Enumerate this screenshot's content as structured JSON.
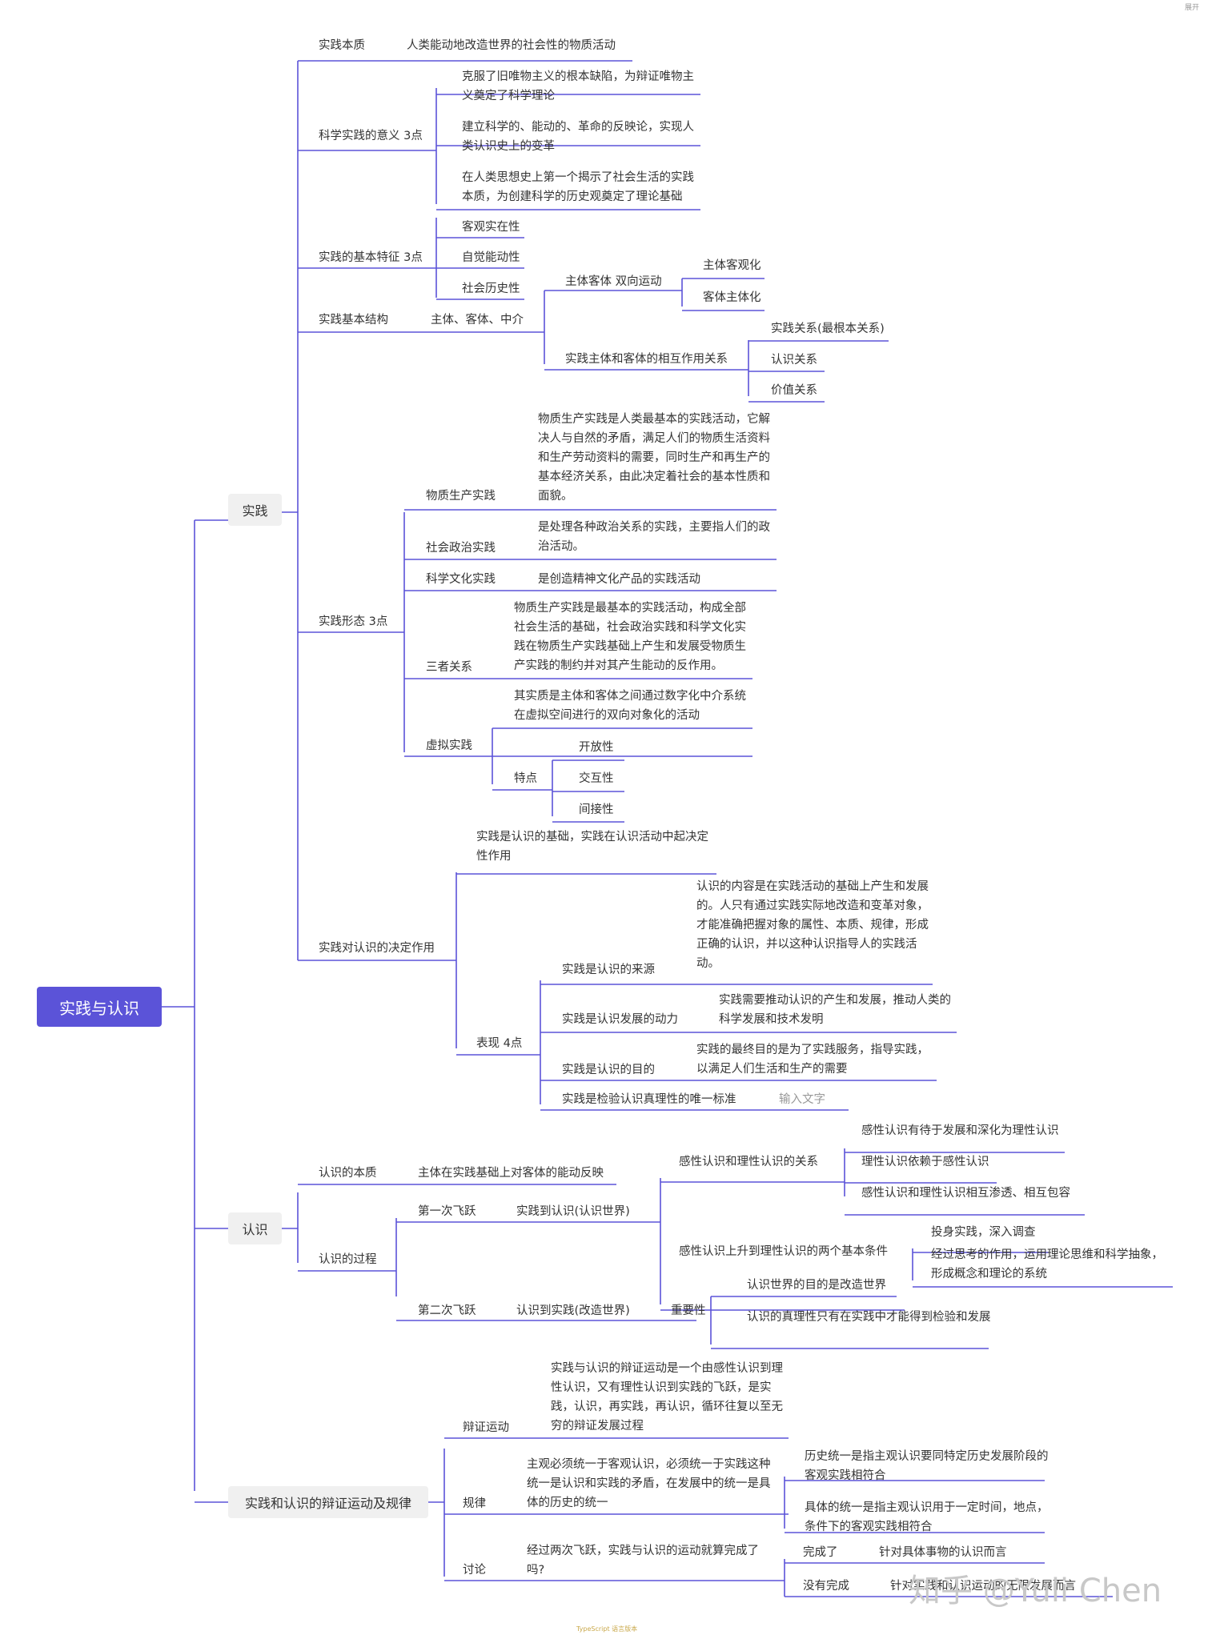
{
  "topbar": {
    "icon": "expand-icon",
    "label": "展开"
  },
  "root": "实践与认识",
  "main": [
    "实践",
    "认识",
    "实践和认识的辩证运动及规律"
  ],
  "practice": {
    "essence": {
      "label": "实践本质",
      "text": "人类能动地改造世界的社会性的物质活动"
    },
    "meaning": {
      "label": "科学实践的意义 3点",
      "items": [
        "克服了旧唯物主义的根本缺陷，为辩证唯物主义奠定了科学理论",
        "建立科学的、能动的、革命的反映论，实现人类认识史上的变革",
        "在人类思想史上第一个揭示了社会生活的实践本质，为创建科学的历史观奠定了理论基础"
      ]
    },
    "features": {
      "label": "实践的基本特征 3点",
      "items": [
        "客观实在性",
        "自觉能动性",
        "社会历史性"
      ]
    },
    "structure": {
      "label": "实践基本结构",
      "text": "主体、客体、中介",
      "bidirectional": {
        "label": "主体客体 双向运动",
        "items": [
          "主体客观化",
          "客体主体化"
        ]
      },
      "interaction": {
        "label": "实践主体和客体的相互作用关系",
        "items": [
          "实践关系(最根本关系)",
          "认识关系",
          "价值关系"
        ]
      }
    },
    "forms": {
      "label": "实践形态 3点",
      "material": {
        "label": "物质生产实践",
        "text": "物质生产实践是人类最基本的实践活动，它解决人与自然的矛盾，满足人们的物质生活资料和生产劳动资料的需要，同时生产和再生产的基本经济关系，由此决定着社会的基本性质和面貌。"
      },
      "political": {
        "label": "社会政治实践",
        "text": "是处理各种政治关系的实践，主要指人们的政治活动。"
      },
      "scientific": {
        "label": "科学文化实践",
        "text": "是创造精神文化产品的实践活动"
      },
      "relation": {
        "label": "三者关系",
        "text": "物质生产实践是最基本的实践活动，构成全部社会生活的基础，社会政治实践和科学文化实践在物质生产实践基础上产生和发展受物质生产实践的制约并对其产生能动的反作用。"
      },
      "virtual": {
        "label": "虚拟实践",
        "text": "其实质是主体和客体之间通过数字化中介系统在虚拟空间进行的双向对象化的活动",
        "traits": {
          "label": "特点",
          "items": [
            "开放性",
            "交互性",
            "间接性"
          ]
        }
      }
    },
    "decisive": {
      "label": "实践对认识的决定作用",
      "intro": "实践是认识的基础，实践在认识活动中起决定性作用",
      "manifest": {
        "label": "表现 4点",
        "items": [
          {
            "label": "实践是认识的来源",
            "text": "认识的内容是在实践活动的基础上产生和发展的。人只有通过实践实际地改造和变革对象，才能准确把握对象的属性、本质、规律，形成正确的认识，并以这种认识指导人的实践活动。"
          },
          {
            "label": "实践是认识发展的动力",
            "text": "实践需要推动认识的产生和发展，推动人类的科学发展和技术发明"
          },
          {
            "label": "实践是认识的目的",
            "text": "实践的最终目的是为了实践服务，指导实践，以满足人们生活和生产的需要"
          },
          {
            "label": "实践是检验认识真理性的唯一标准",
            "text": "输入文字"
          }
        ]
      }
    }
  },
  "cognition": {
    "essence": {
      "label": "认识的本质",
      "text": "主体在实践基础上对客体的能动反映"
    },
    "process": {
      "label": "认识的过程",
      "leap1": {
        "label": "第一次飞跃",
        "text": "实践到认识(认识世界)",
        "rel": {
          "label": "感性认识和理性认识的关系",
          "items": [
            "感性认识有待于发展和深化为理性认识",
            "理性认识依赖于感性认识",
            "感性认识和理性认识相互渗透、相互包容"
          ]
        },
        "cond": {
          "label": "感性认识上升到理性认识的两个基本条件",
          "items": [
            "投身实践，深入调查",
            "经过思考的作用，运用理论思维和科学抽象，形成概念和理论的系统"
          ]
        }
      },
      "leap2": {
        "label": "第二次飞跃",
        "text": "认识到实践(改造世界)",
        "imp": {
          "label": "重要性",
          "items": [
            "认识世界的目的是改造世界",
            "认识的真理性只有在实践中才能得到检验和发展"
          ]
        }
      }
    }
  },
  "dialectic": {
    "motion": {
      "label": "辩证运动",
      "text": "实践与认识的辩证运动是一个由感性认识到理性认识，又有理性认识到实践的飞跃，是实践，认识，再实践，再认识，循环往复以至无穷的辩证发展过程"
    },
    "law": {
      "label": "规律",
      "text": "主观必须统一于客观认识，必须统一于实践这种统一是认识和实践的矛盾，在发展中的统一是具体的历史的统一",
      "items": [
        "历史统一是指主观认识要同特定历史发展阶段的客观实践相符合",
        "具体的统一是指主观认识用于一定时间，地点，条件下的客观实践相符合"
      ]
    },
    "discuss": {
      "label": "讨论",
      "text": "经过两次飞跃，实践与认识的运动就算完成了吗?",
      "done": {
        "label": "完成了",
        "text": "针对具体事物的认识而言"
      },
      "notdone": {
        "label": "没有完成",
        "text": "针对实践和认识运动的无限发展而言"
      }
    }
  },
  "watermark": "知乎 @Yuli Chen",
  "footer": "TypeScript 语言版本",
  "colors": {
    "line": "#5b53d8",
    "root_bg": "#5b53d8",
    "main_bg": "#f0f0f0"
  }
}
